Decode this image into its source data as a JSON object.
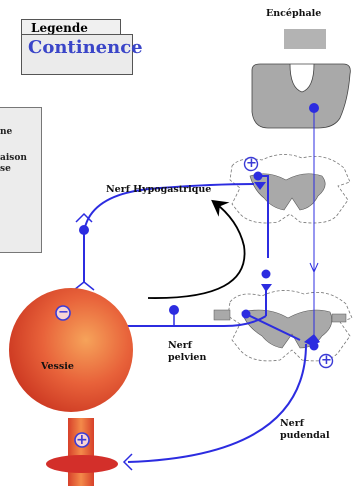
{
  "legend": {
    "tab": "Legende",
    "title": "Continence"
  },
  "side_panel": {
    "line1": "ne",
    "line2": "aison",
    "line3": "se"
  },
  "labels": {
    "encephale": "Encéphale",
    "nerf_hypogastrique": "Nerf Hypogastrique",
    "nerf_pelvien_1": "Nerf",
    "nerf_pelvien_2": "pelvien",
    "nerf_pudendal_1": "Nerf",
    "nerf_pudendal_2": "pudendal",
    "vessie": "Vessie"
  },
  "signs": {
    "minus": "−",
    "plus": "+"
  },
  "colors": {
    "nerve": "#2c2ce0",
    "bladder": "#e0452a",
    "bladder_highlight": "#f6a35a",
    "grey_matter": "#a9a9a9",
    "legend_title": "#3a45c8"
  }
}
